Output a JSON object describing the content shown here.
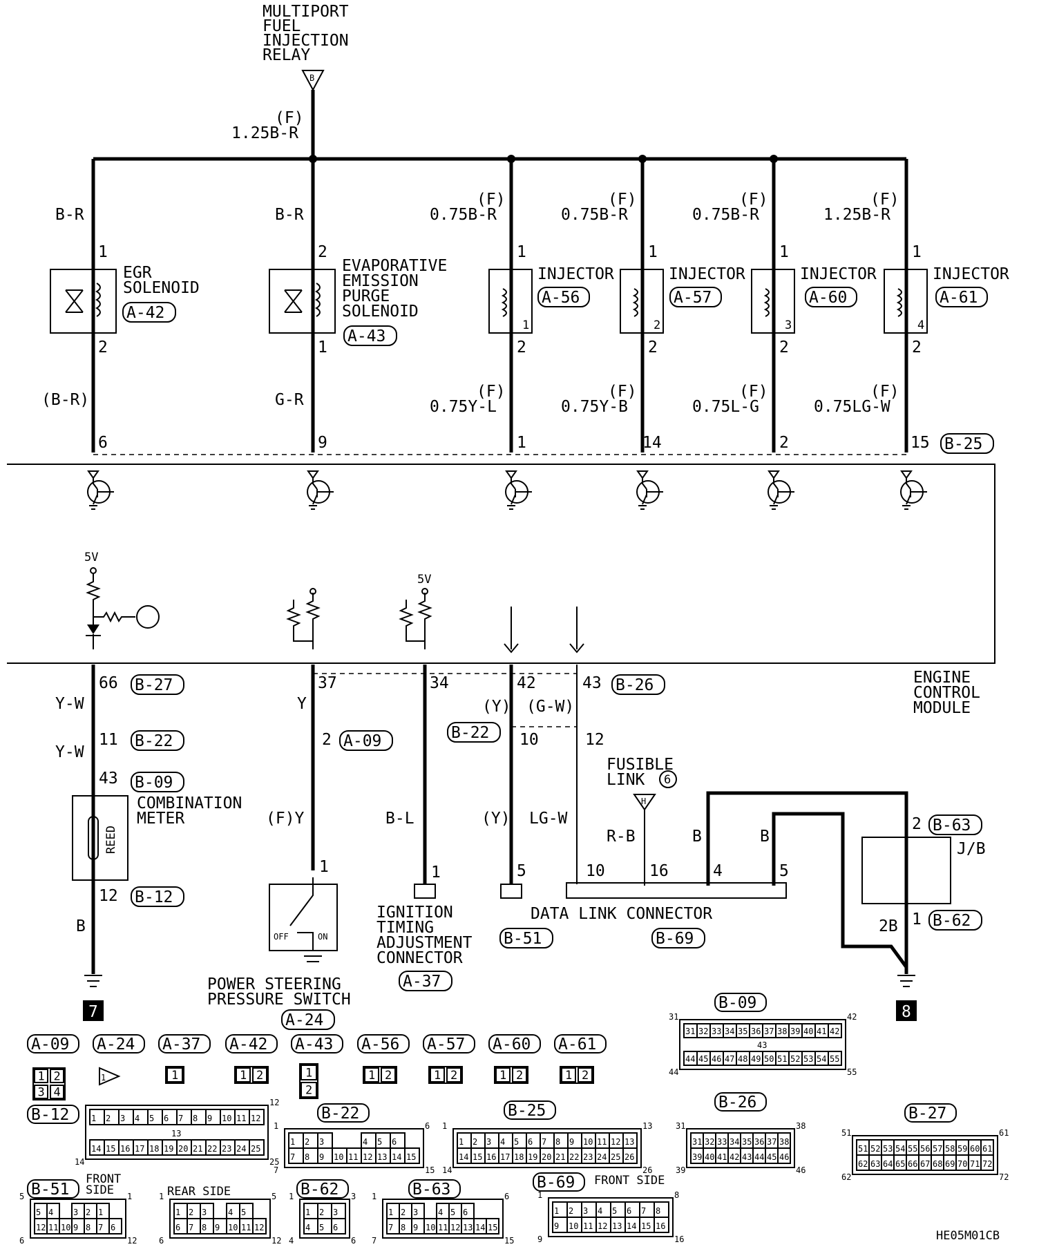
{
  "relay": {
    "title_lines": [
      "MULTIPORT",
      "FUEL",
      "INJECTION",
      "RELAY"
    ],
    "terminal": "B",
    "harness_code": "(F)",
    "wire": "1.25B-R"
  },
  "components": [
    {
      "id": "egr",
      "name_lines": [
        "EGR",
        "SOLENOID"
      ],
      "connector": "A-42",
      "pin_top": "1",
      "pin_bottom": "2",
      "wire_top": "B-R",
      "wire_bottom": "(B-R)",
      "ecm_pin": "6"
    },
    {
      "id": "evap",
      "name_lines": [
        "EVAPORATIVE",
        "EMISSION",
        "PURGE",
        "SOLENOID"
      ],
      "connector": "A-43",
      "pin_top": "2",
      "pin_bottom": "1",
      "wire_top": "B-R",
      "wire_bottom": "G-R",
      "ecm_pin": "9"
    },
    {
      "id": "inj1",
      "name_lines": [
        "INJECTOR"
      ],
      "connector": "A-56",
      "num": "1",
      "pin_top": "1",
      "pin_bottom": "2",
      "code_top": "(F)",
      "wire_top": "0.75B-R",
      "code_bottom": "(F)",
      "wire_bottom": "0.75Y-L",
      "ecm_pin": "1"
    },
    {
      "id": "inj2",
      "name_lines": [
        "INJECTOR"
      ],
      "connector": "A-57",
      "num": "2",
      "pin_top": "1",
      "pin_bottom": "2",
      "code_top": "(F)",
      "wire_top": "0.75B-R",
      "code_bottom": "(F)",
      "wire_bottom": "0.75Y-B",
      "ecm_pin": "14"
    },
    {
      "id": "inj3",
      "name_lines": [
        "INJECTOR"
      ],
      "connector": "A-60",
      "num": "3",
      "pin_top": "1",
      "pin_bottom": "2",
      "code_top": "(F)",
      "wire_top": "0.75B-R",
      "code_bottom": "(F)",
      "wire_bottom": "0.75L-G",
      "ecm_pin": "2"
    },
    {
      "id": "inj4",
      "name_lines": [
        "INJECTOR"
      ],
      "connector": "A-61",
      "num": "4",
      "pin_top": "1",
      "pin_bottom": "2",
      "code_top": "(F)",
      "wire_top": "1.25B-R",
      "code_bottom": "(F)",
      "wire_bottom": "0.75LG-W",
      "ecm_pin": "15"
    }
  ],
  "ecm": {
    "name_lines": [
      "ENGINE",
      "CONTROL",
      "MODULE"
    ],
    "top_connector": "B-25",
    "bottom_connector_left": "B-27",
    "bottom_connector_mid": "B-26",
    "supply": "5V"
  },
  "lower": {
    "meter_pin_ecm": "66",
    "meter_conn_ecm": "B-27",
    "wire_yw": "Y-W",
    "pin_11": "11",
    "conn_b22": "B-22",
    "pin_43": "43",
    "conn_b09": "B-09",
    "meter_name_lines": [
      "COMBINATION",
      "METER"
    ],
    "reed": "REED",
    "pin_12": "12",
    "conn_b12": "B-12",
    "wire_b": "B",
    "ground_ref_left": "7",
    "ps_ecm_pin": "37",
    "wire_y": "Y",
    "ps_pin_2": "2",
    "conn_a09": "A-09",
    "ps_wire": "(F)Y",
    "ps_pin_1": "1",
    "off": "OFF",
    "on": "ON",
    "ps_name_lines": [
      "POWER STEERING",
      "PRESSURE SWITCH"
    ],
    "conn_a24": "A-24",
    "ig_ecm_pin": "34",
    "ig_wire": "B-L",
    "ig_pin": "1",
    "ig_name_lines": [
      "IGNITION",
      "TIMING",
      "ADJUSTMENT",
      "CONNECTOR"
    ],
    "conn_a37": "A-37",
    "p42": "42",
    "p43": "43",
    "conn_b26": "B-26",
    "wire_y_paren": "(Y)",
    "wire_gw_paren": "(G-W)",
    "p10": "10",
    "p12": "12",
    "wire_lgw": "LG-W",
    "conn_b51_pin": "5",
    "conn_b51": "B-51",
    "fusible_lines": [
      "FUSIBLE",
      "LINK"
    ],
    "fusible_num": "6",
    "fusible_terminal": "H",
    "wire_rb": "R-B",
    "dlc_pins": [
      "10",
      "16",
      "4",
      "5"
    ],
    "dlc_name": "DATA LINK CONNECTOR",
    "conn_b69": "B-69",
    "jb": "J/B",
    "jb_pin_2": "2",
    "conn_b63": "B-63",
    "jb_pin_1": "1",
    "conn_b62": "B-62",
    "wire_2b": "2B",
    "ground_ref_right": "8",
    "wire_b_label": "B"
  },
  "legend_row1": [
    "A-09",
    "A-24",
    "A-37",
    "A-42",
    "A-43",
    "A-56",
    "A-57",
    "A-60",
    "A-61"
  ],
  "legend_a09": [
    "1",
    "2",
    "3",
    "4"
  ],
  "legend_a24": [
    "1"
  ],
  "legend_a37": [
    "1"
  ],
  "legend_a42": [
    "1",
    "2"
  ],
  "legend_a43": [
    "1",
    "2"
  ],
  "legend_2pin": [
    "1",
    "2"
  ],
  "b09": {
    "label": "B-09",
    "row1": [
      "31",
      "32",
      "33",
      "34",
      "35",
      "36",
      "37",
      "38",
      "39",
      "40",
      "41",
      "42"
    ],
    "mid": "43",
    "row2": [
      "44",
      "45",
      "46",
      "47",
      "48",
      "49",
      "50",
      "51",
      "52",
      "53",
      "54",
      "55"
    ],
    "c_tl": "31",
    "c_tr": "42",
    "c_bl": "44",
    "c_br": "55"
  },
  "b12": {
    "label": "B-12",
    "row1": [
      "1",
      "2",
      "3",
      "4",
      "5",
      "6",
      "7",
      "8",
      "9",
      "10",
      "11",
      "12"
    ],
    "mid": "13",
    "row2": [
      "14",
      "15",
      "16",
      "17",
      "18",
      "19",
      "20",
      "21",
      "22",
      "23",
      "24",
      "25"
    ],
    "c_tr": "12",
    "c_bl": "14",
    "c_br": "25"
  },
  "b22": {
    "label": "B-22",
    "row1": [
      "1",
      "2",
      "3",
      "",
      "",
      "4",
      "5",
      "6"
    ],
    "row2": [
      "7",
      "8",
      "9",
      "10",
      "11",
      "12",
      "13",
      "14",
      "15"
    ],
    "c_tl": "1",
    "c_tr": "6",
    "c_bl": "7",
    "c_br": "15"
  },
  "b25": {
    "label": "B-25",
    "row1": [
      "1",
      "2",
      "3",
      "4",
      "5",
      "6",
      "7",
      "8",
      "9",
      "10",
      "11",
      "12",
      "13"
    ],
    "row2": [
      "14",
      "15",
      "16",
      "17",
      "18",
      "19",
      "20",
      "21",
      "22",
      "23",
      "24",
      "25",
      "26"
    ],
    "c_tl": "1",
    "c_tr": "13",
    "c_bl": "14",
    "c_br": "26"
  },
  "b26": {
    "label": "B-26",
    "row1": [
      "31",
      "32",
      "33",
      "34",
      "35",
      "36",
      "37",
      "38"
    ],
    "row2": [
      "39",
      "40",
      "41",
      "42",
      "43",
      "44",
      "45",
      "46"
    ],
    "c_tl": "31",
    "c_tr": "38",
    "c_bl": "39",
    "c_br": "46"
  },
  "b27": {
    "label": "B-27",
    "row1": [
      "51",
      "52",
      "53",
      "54",
      "55",
      "56",
      "57",
      "58",
      "59",
      "60",
      "61"
    ],
    "row2": [
      "62",
      "63",
      "64",
      "65",
      "66",
      "67",
      "68",
      "69",
      "70",
      "71",
      "72"
    ],
    "c_tl": "51",
    "c_tr": "61",
    "c_bl": "62",
    "c_br": "72"
  },
  "b51": {
    "label": "B-51",
    "side_lines": [
      "FRONT",
      "SIDE"
    ],
    "row1": [
      "5",
      "4",
      "",
      "3",
      "2",
      "1"
    ],
    "row2": [
      "12",
      "11",
      "10",
      "9",
      "8",
      "7",
      "6"
    ],
    "c_tl": "5",
    "c_tr": "1",
    "c_bl": "6",
    "c_br": "12"
  },
  "b_rear": {
    "label": "REAR SIDE",
    "row1": [
      "1",
      "2",
      "3",
      "",
      "4",
      "5"
    ],
    "row2": [
      "6",
      "7",
      "8",
      "9",
      "10",
      "11",
      "12"
    ],
    "c_tl": "1",
    "c_tr": "5",
    "c_bl": "6",
    "c_br": "12"
  },
  "b62": {
    "label": "B-62",
    "row1": [
      "1",
      "2",
      "3"
    ],
    "row2": [
      "4",
      "5",
      "6"
    ],
    "c_tl": "1",
    "c_tr": "3",
    "c_bl": "4",
    "c_br": "6"
  },
  "b63": {
    "label": "B-63",
    "row1": [
      "1",
      "2",
      "3",
      "",
      "4",
      "5",
      "6"
    ],
    "row2": [
      "7",
      "8",
      "9",
      "10",
      "11",
      "12",
      "13",
      "14",
      "15"
    ],
    "c_tl": "1",
    "c_tr": "6",
    "c_bl": "7",
    "c_br": "15"
  },
  "b69": {
    "label": "B-69",
    "side": "FRONT SIDE",
    "row1": [
      "1",
      "2",
      "3",
      "4",
      "5",
      "6",
      "7",
      "8"
    ],
    "row2": [
      "9",
      "10",
      "11",
      "12",
      "13",
      "14",
      "15",
      "16"
    ],
    "c_tl": "1",
    "c_tr": "8",
    "c_bl": "9",
    "c_br": "16"
  },
  "figure_code": "HE05M01CB"
}
